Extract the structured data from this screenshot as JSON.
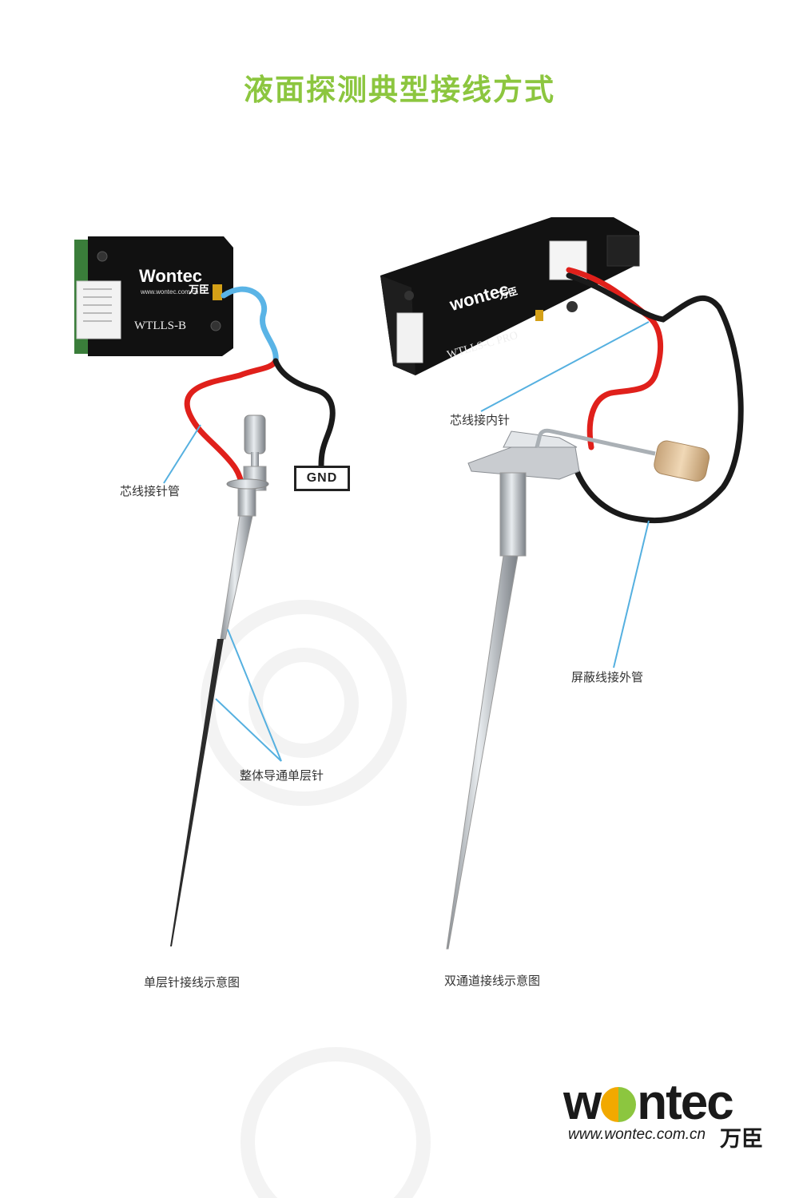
{
  "title": "液面探测典型接线方式",
  "gnd_label": "GND",
  "module_left": {
    "brand": "Wontec",
    "url": "www.wontec.com.cn",
    "cn": "万臣",
    "model": "WTLLS-B"
  },
  "module_right": {
    "brand": "wontec",
    "cn": "万臣",
    "model": "WTLLS-C PRO"
  },
  "labels": {
    "core_to_tube": "芯线接针管",
    "core_to_inner": "芯线接内针",
    "single_layer_needle": "整体导通单层针",
    "shield_to_outer": "屏蔽线接外管"
  },
  "captions": {
    "single": "单层针接线示意图",
    "dual": "双通道接线示意图"
  },
  "logo": {
    "word_a": "w",
    "word_b": "ntec",
    "url": "www.wontec.com.cn",
    "cn": "万臣"
  },
  "colors": {
    "title": "#8cc63f",
    "leader": "#55b0e0",
    "red_wire": "#e0201b",
    "black_wire": "#1a1a1a",
    "blue_wire": "#5ab4e6"
  }
}
